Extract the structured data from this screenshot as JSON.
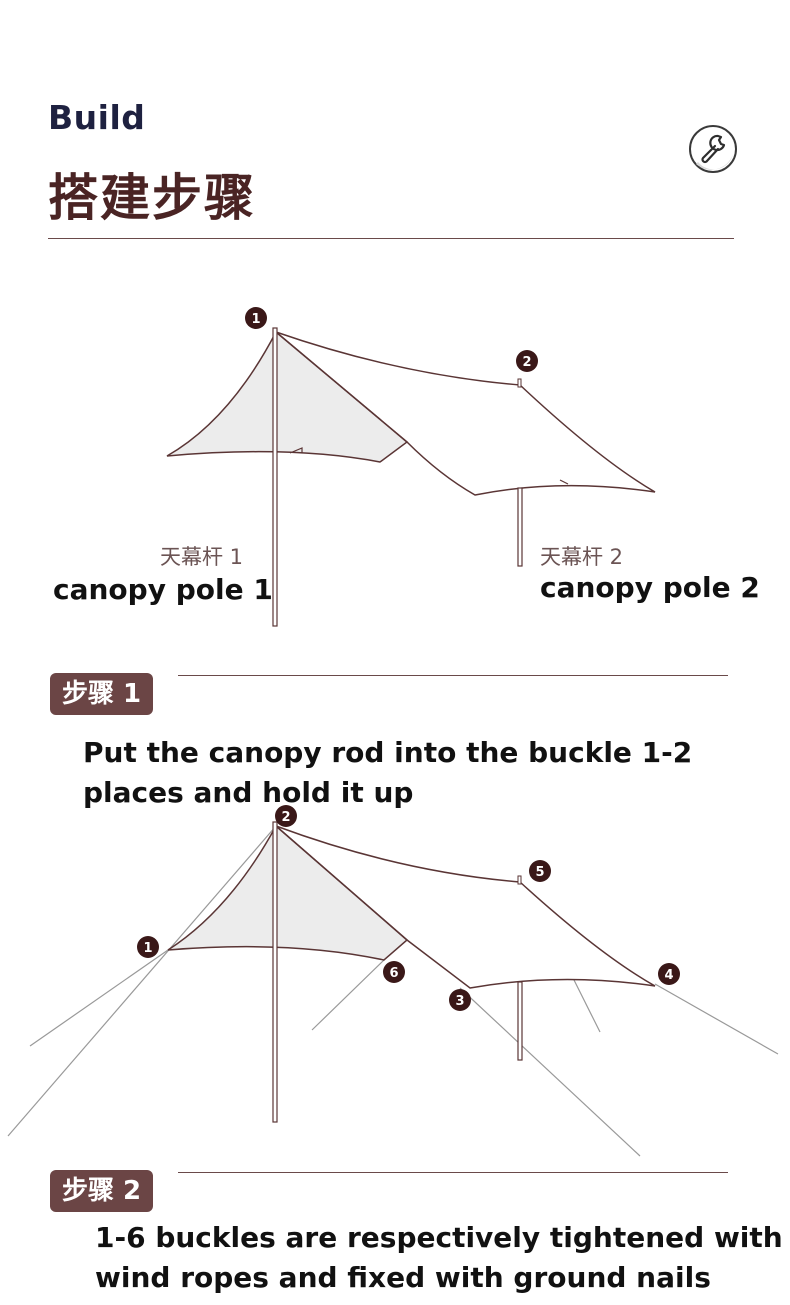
{
  "header": {
    "title_en": "Build",
    "title_cn": "搭建步骤",
    "icon": "wrench-icon"
  },
  "diagram1": {
    "markers": [
      "1",
      "2"
    ],
    "pole1": {
      "label_cn": "天幕杆 1",
      "label_en": "canopy pole 1"
    },
    "pole2": {
      "label_cn": "天幕杆 2",
      "label_en": "canopy pole 2"
    }
  },
  "step1": {
    "badge": "步骤 1",
    "text_line1": "Put the canopy rod into the buckle 1-2",
    "text_line2": "places and hold it up"
  },
  "diagram2": {
    "markers": [
      "1",
      "2",
      "3",
      "4",
      "5",
      "6"
    ]
  },
  "step2": {
    "badge": "步骤 2",
    "text_line1": "1-6 buckles are respectively tightened with",
    "text_line2": "wind ropes and fixed with ground nails"
  },
  "colors": {
    "marker": "#3a1818",
    "line": "#5a3535",
    "badge": "#6b4545",
    "fill": "#ececec"
  }
}
